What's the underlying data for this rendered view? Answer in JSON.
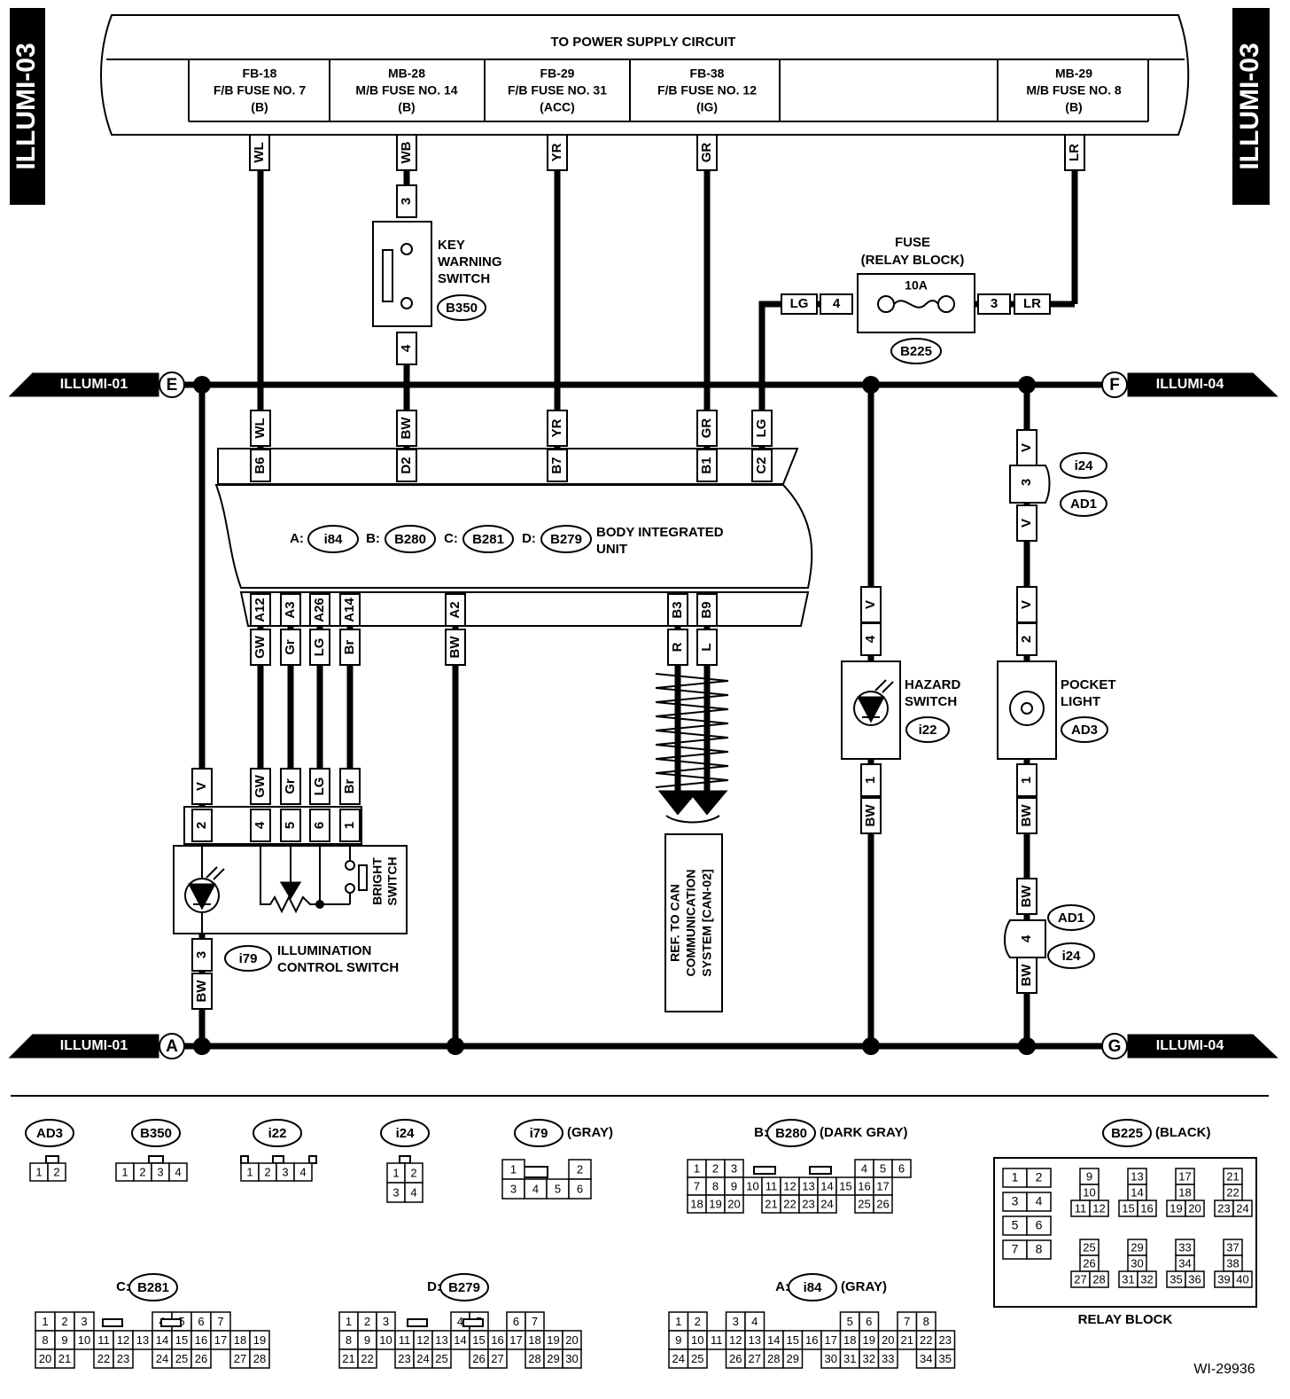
{
  "page": {
    "side_tab": "ILLUMI-03",
    "figure_id": "WI-29936"
  },
  "power_supply": {
    "title": "TO POWER SUPPLY CIRCUIT",
    "fuses": [
      {
        "code": "FB-18",
        "name": "F/B FUSE NO. 7",
        "source": "(B)"
      },
      {
        "code": "MB-28",
        "name": "M/B FUSE NO. 14",
        "source": "(B)"
      },
      {
        "code": "FB-29",
        "name": "F/B FUSE NO. 31",
        "source": "(ACC)"
      },
      {
        "code": "FB-38",
        "name": "F/B FUSE NO. 12",
        "source": "(IG)"
      },
      {
        "code": "MB-29",
        "name": "M/B FUSE NO. 8",
        "source": "(B)"
      }
    ]
  },
  "wire_colors": {
    "top": [
      "WL",
      "WB",
      "YR",
      "GR",
      "LR"
    ],
    "biu_top": [
      "WL",
      "BW",
      "YR",
      "GR",
      "LG"
    ],
    "biu_bottom": [
      "GW",
      "Gr",
      "LG",
      "Br",
      "BW",
      "R",
      "L"
    ],
    "fuse_left": "LG",
    "fuse_right": "LR",
    "hazard": [
      "V",
      "BW"
    ],
    "pocket": [
      "V",
      "V",
      "V",
      "BW",
      "BW",
      "BW"
    ],
    "ics": [
      "V",
      "GW",
      "Gr",
      "LG",
      "Br",
      "BW"
    ]
  },
  "pins": {
    "biu_top": [
      "B6",
      "D2",
      "B7",
      "B1",
      "C2"
    ],
    "biu_bottom": [
      "A12",
      "A3",
      "A26",
      "A14",
      "A2",
      "B3",
      "B9"
    ],
    "key_switch": [
      "3",
      "4"
    ],
    "fuse": [
      "4",
      "3"
    ],
    "hazard": [
      "4",
      "1"
    ],
    "pocket": [
      "3",
      "2",
      "1",
      "4"
    ],
    "ics": [
      "2",
      "4",
      "5",
      "6",
      "1",
      "3"
    ]
  },
  "components": {
    "key_switch": {
      "label": [
        "KEY",
        "WARNING",
        "SWITCH"
      ],
      "code": "B350"
    },
    "fuse": {
      "label": [
        "FUSE",
        "(RELAY BLOCK)"
      ],
      "rating": "10A",
      "code": "B225"
    },
    "biu": {
      "label": [
        "BODY INTEGRATED",
        "UNIT"
      ],
      "connectors": [
        {
          "prefix": "A:",
          "code": "i84"
        },
        {
          "prefix": "B:",
          "code": "B280"
        },
        {
          "prefix": "C:",
          "code": "B281"
        },
        {
          "prefix": "D:",
          "code": "B279"
        }
      ]
    },
    "hazard": {
      "label": [
        "HAZARD",
        "SWITCH"
      ],
      "code": "i22"
    },
    "pocket": {
      "label": [
        "POCKET",
        "LIGHT"
      ],
      "code": "AD3"
    },
    "ics": {
      "label": [
        "ILLUMINATION",
        "CONTROL SWITCH"
      ],
      "code": "i79",
      "bright": [
        "BRIGHT",
        "SWITCH"
      ]
    },
    "joint_upper": [
      "i24",
      "AD1"
    ],
    "joint_lower": [
      "AD1",
      "i24"
    ],
    "can_ref": [
      "REF. TO CAN",
      "COMMUNICATION",
      "SYSTEM [CAN-02]"
    ]
  },
  "off_page": {
    "E": {
      "letter": "E",
      "ref": "ILLUMI-01"
    },
    "F": {
      "letter": "F",
      "ref": "ILLUMI-04"
    },
    "A": {
      "letter": "A",
      "ref": "ILLUMI-01"
    },
    "G": {
      "letter": "G",
      "ref": "ILLUMI-04"
    }
  },
  "connector_views": [
    {
      "code": "AD3",
      "prefix": "",
      "note": "",
      "rows": [
        [
          "1",
          "2"
        ]
      ]
    },
    {
      "code": "B350",
      "prefix": "",
      "note": "",
      "rows": [
        [
          "1",
          "2",
          "3",
          "4"
        ]
      ]
    },
    {
      "code": "i22",
      "prefix": "",
      "note": "",
      "rows": [
        [
          "1",
          "2",
          "3",
          "4"
        ]
      ]
    },
    {
      "code": "i24",
      "prefix": "",
      "note": "",
      "rows": [
        [
          "1",
          "2"
        ],
        [
          "3",
          "4"
        ]
      ]
    },
    {
      "code": "i79",
      "prefix": "",
      "note": "(GRAY)",
      "rows": [
        [
          "1",
          "",
          "",
          "2"
        ],
        [
          "3",
          "4",
          "5",
          "6"
        ]
      ]
    },
    {
      "code": "B280",
      "prefix": "B:",
      "note": "(DARK GRAY)",
      "rows": [
        [
          "1",
          "2",
          "3",
          "",
          "",
          "",
          "",
          "",
          "",
          "4",
          "5",
          "6"
        ],
        [
          "7",
          "8",
          "9",
          "10",
          "11",
          "12",
          "13",
          "14",
          "15",
          "16",
          "17"
        ],
        [
          "18",
          "19",
          "20",
          "",
          "21",
          "22",
          "23",
          "24",
          "",
          "25",
          "26"
        ]
      ]
    },
    {
      "code": "B225",
      "prefix": "",
      "note": "(BLACK)",
      "caption": "RELAY BLOCK",
      "cells": [
        "1",
        "2",
        "3",
        "4",
        "5",
        "6",
        "7",
        "8",
        "9",
        "10",
        "11",
        "12",
        "13",
        "14",
        "15",
        "16",
        "17",
        "18",
        "19",
        "20",
        "21",
        "22",
        "23",
        "24",
        "25",
        "26",
        "27",
        "28",
        "29",
        "30",
        "31",
        "32",
        "33",
        "34",
        "35",
        "36",
        "37",
        "38",
        "39",
        "40"
      ]
    },
    {
      "code": "B281",
      "prefix": "C:",
      "note": "",
      "rows": [
        [
          "1",
          "2",
          "3",
          "",
          "",
          "",
          "4",
          "5",
          "6",
          "7"
        ],
        [
          "8",
          "9",
          "10",
          "11",
          "12",
          "13",
          "14",
          "15",
          "16",
          "17",
          "18",
          "19"
        ],
        [
          "20",
          "21",
          "",
          "22",
          "23",
          "",
          "24",
          "25",
          "26",
          "",
          "27",
          "28"
        ]
      ]
    },
    {
      "code": "B279",
      "prefix": "D:",
      "note": "",
      "rows": [
        [
          "1",
          "2",
          "3",
          "",
          "",
          "",
          "4",
          "5",
          "",
          "6",
          "7"
        ],
        [
          "8",
          "9",
          "10",
          "11",
          "12",
          "13",
          "14",
          "15",
          "16",
          "17",
          "18",
          "19",
          "20"
        ],
        [
          "21",
          "22",
          "",
          "23",
          "24",
          "25",
          "",
          "26",
          "27",
          "",
          "28",
          "29",
          "30"
        ]
      ]
    },
    {
      "code": "i84",
      "prefix": "A:",
      "note": "(GRAY)",
      "rows": [
        [
          "1",
          "2",
          "",
          "3",
          "4",
          "",
          "",
          "",
          "",
          "5",
          "6",
          "",
          "7",
          "8"
        ],
        [
          "9",
          "10",
          "11",
          "12",
          "13",
          "14",
          "15",
          "16",
          "17",
          "18",
          "19",
          "20",
          "21",
          "22",
          "23"
        ],
        [
          "24",
          "25",
          "",
          "26",
          "27",
          "28",
          "29",
          "",
          "30",
          "31",
          "32",
          "33",
          "",
          "34",
          "35"
        ]
      ]
    }
  ]
}
